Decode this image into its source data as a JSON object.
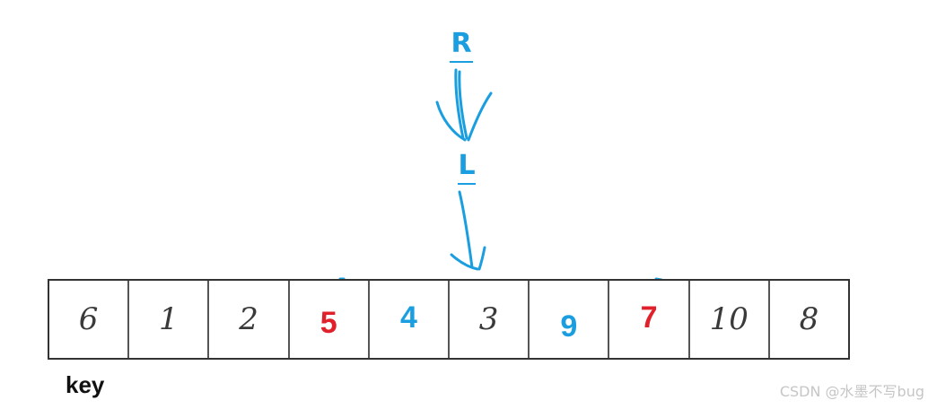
{
  "pointers": {
    "right_label": "R",
    "left_label": "L",
    "color": "#1a9ee0"
  },
  "array": {
    "cells": [
      {
        "value": "6",
        "style": "hand",
        "color": "#3a3a3a"
      },
      {
        "value": "1",
        "style": "hand",
        "color": "#3a3a3a"
      },
      {
        "value": "2",
        "style": "hand",
        "color": "#3a3a3a"
      },
      {
        "value": "5",
        "style": "bold",
        "color": "#e0202a"
      },
      {
        "value": "4",
        "style": "bold",
        "color": "#1a9ee0"
      },
      {
        "value": "3",
        "style": "hand",
        "color": "#3a3a3a"
      },
      {
        "value": "9",
        "style": "bold",
        "color": "#1a9ee0"
      },
      {
        "value": "7",
        "style": "bold",
        "color": "#e0202a"
      },
      {
        "value": "10",
        "style": "hand",
        "color": "#3a3a3a"
      },
      {
        "value": "8",
        "style": "hand",
        "color": "#3a3a3a"
      }
    ]
  },
  "key_label": "key",
  "watermark": "CSDN @水墨不写bug"
}
